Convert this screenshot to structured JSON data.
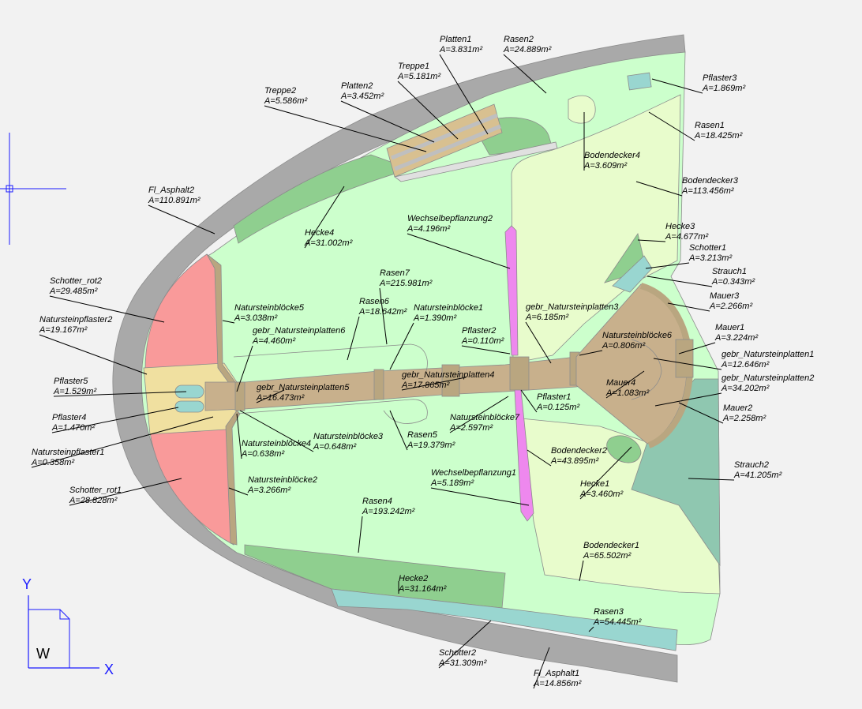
{
  "colors": {
    "background": "#f2f2f2",
    "asphalt": "#a9a9a9",
    "lawn": "#ccffcc",
    "groundcover": "#e8fccc",
    "hedge": "#8fcf8f",
    "shrub": "#8fc7b0",
    "gravel": "#99d6d0",
    "gravel_red": "#f99a9a",
    "paving_natural": "#f0e0a0",
    "paving_tan": "#c8b08c",
    "wall": "#b9a680",
    "stairs": "#d8c090",
    "alternating_planting": "#ee88ee",
    "ucs_blue": "#1a1aff"
  },
  "ucs": {
    "y_label": "Y",
    "x_label": "X",
    "w_label": "W"
  },
  "labels": [
    {
      "id": "platten1",
      "name": "Platten1",
      "area": "A=3.831m²"
    },
    {
      "id": "rasen2",
      "name": "Rasen2",
      "area": "A=24.889m²"
    },
    {
      "id": "treppe1",
      "name": "Treppe1",
      "area": "A=5.181m²"
    },
    {
      "id": "platten2",
      "name": "Platten2",
      "area": "A=3.452m²"
    },
    {
      "id": "treppe2",
      "name": "Treppe2",
      "area": "A=5.586m²"
    },
    {
      "id": "pflaster3",
      "name": "Pflaster3",
      "area": "A=1.869m²"
    },
    {
      "id": "rasen1",
      "name": "Rasen1",
      "area": "A=18.425m²"
    },
    {
      "id": "bodendecker4",
      "name": "Bodendecker4",
      "area": "A=3.609m²"
    },
    {
      "id": "bodendecker3",
      "name": "Bodendecker3",
      "area": "A=113.456m²"
    },
    {
      "id": "fl_asphalt2",
      "name": "Fl_Asphalt2",
      "area": "A=110.891m²"
    },
    {
      "id": "wechsel2",
      "name": "Wechselbepflanzung2",
      "area": "A=4.196m²"
    },
    {
      "id": "hecke4",
      "name": "Hecke4",
      "area": "A=31.002m²"
    },
    {
      "id": "hecke3",
      "name": "Hecke3",
      "area": "A=4.677m²"
    },
    {
      "id": "schotter1",
      "name": "Schotter1",
      "area": "A=3.213m²"
    },
    {
      "id": "strauch1",
      "name": "Strauch1",
      "area": "A=0.343m²"
    },
    {
      "id": "mauer3",
      "name": "Mauer3",
      "area": "A=2.266m²"
    },
    {
      "id": "schotter_rot2",
      "name": "Schotter_rot2",
      "area": "A=29.485m²"
    },
    {
      "id": "rasen7",
      "name": "Rasen7",
      "area": "A=215.981m²"
    },
    {
      "id": "rasen6",
      "name": "Rasen6",
      "area": "A=18.642m²"
    },
    {
      "id": "natursteinpflaster2",
      "name": "Natursteinpflaster2",
      "area": "A=19.167m²"
    },
    {
      "id": "nsb5",
      "name": "Natursteinblöcke5",
      "area": "A=3.038m²"
    },
    {
      "id": "nsb1",
      "name": "Natursteinblöcke1",
      "area": "A=1.390m²"
    },
    {
      "id": "pflaster2",
      "name": "Pflaster2",
      "area": "A=0.110m²"
    },
    {
      "id": "gnp3",
      "name": "gebr_Natursteinplatten3",
      "area": "A=6.185m²"
    },
    {
      "id": "mauer1",
      "name": "Mauer1",
      "area": "A=3.224m²"
    },
    {
      "id": "gnp6",
      "name": "gebr_Natursteinplatten6",
      "area": "A=4.460m²"
    },
    {
      "id": "nsb6",
      "name": "Natursteinblöcke6",
      "area": "A=0.806m²"
    },
    {
      "id": "gnp1",
      "name": "gebr_Natursteinplatten1",
      "area": "A=12.646m²"
    },
    {
      "id": "pflaster5",
      "name": "Pflaster5",
      "area": "A=1.529m²"
    },
    {
      "id": "gnp5",
      "name": "gebr_Natursteinplatten5",
      "area": "A=16.473m²"
    },
    {
      "id": "gnp4",
      "name": "gebr_Natursteinplatten4",
      "area": "A=17.865m²"
    },
    {
      "id": "mauer4",
      "name": "Mauer4",
      "area": "A=1.083m²"
    },
    {
      "id": "gnp2",
      "name": "gebr_Natursteinplatten2",
      "area": "A=34.202m²"
    },
    {
      "id": "pflaster1",
      "name": "Pflaster1",
      "area": "A=0.125m²"
    },
    {
      "id": "pflaster4",
      "name": "Pflaster4",
      "area": "A=1.470m²"
    },
    {
      "id": "mauer2",
      "name": "Mauer2",
      "area": "A=2.258m²"
    },
    {
      "id": "nsb7",
      "name": "Natursteinblöcke7",
      "area": "A=2.597m²"
    },
    {
      "id": "natursteinpflaster1",
      "name": "Natursteinpflaster1",
      "area": "A=0.358m²"
    },
    {
      "id": "nsb3",
      "name": "Natursteinblöcke3",
      "area": "A=0.648m²"
    },
    {
      "id": "nsb4",
      "name": "Natursteinblöcke4",
      "area": "A=0.638m²"
    },
    {
      "id": "rasen5",
      "name": "Rasen5",
      "area": "A=19.379m²"
    },
    {
      "id": "bodendecker2",
      "name": "Bodendecker2",
      "area": "A=43.895m²"
    },
    {
      "id": "strauch2",
      "name": "Strauch2",
      "area": "A=41.205m²"
    },
    {
      "id": "schotter_rot1",
      "name": "Schotter_rot1",
      "area": "A=28.828m²"
    },
    {
      "id": "wechsel1",
      "name": "Wechselbepflanzung1",
      "area": "A=5.189m²"
    },
    {
      "id": "hecke1",
      "name": "Hecke1",
      "area": "A=3.460m²"
    },
    {
      "id": "nsb2",
      "name": "Natursteinblöcke2",
      "area": "A=3.266m²"
    },
    {
      "id": "rasen4",
      "name": "Rasen4",
      "area": "A=193.242m²"
    },
    {
      "id": "bodendecker1",
      "name": "Bodendecker1",
      "area": "A=65.502m²"
    },
    {
      "id": "hecke2",
      "name": "Hecke2",
      "area": "A=31.164m²"
    },
    {
      "id": "rasen3",
      "name": "Rasen3",
      "area": "A=54.445m²"
    },
    {
      "id": "schotter2",
      "name": "Schotter2",
      "area": "A=31.309m²"
    },
    {
      "id": "fl_asphalt1",
      "name": "Fl_Asphalt1",
      "area": "A=14.856m²"
    }
  ]
}
